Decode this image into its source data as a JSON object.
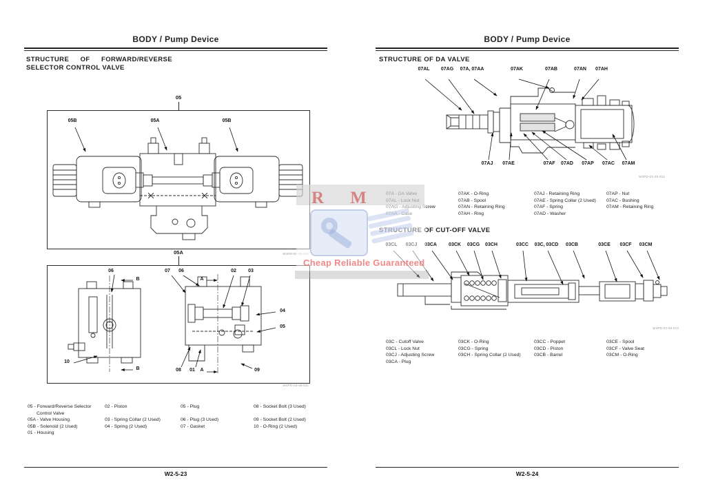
{
  "watermark": {
    "initials": "R M",
    "tagline": "Cheap Reliable Guaranteed"
  },
  "left_page": {
    "header": "BODY / Pump Device",
    "footer": "W2-5-23",
    "section_title": {
      "line1": "STRUCTURE OF FORWARD/REVERSE",
      "line2": "SELECTOR CONTROL VALVE"
    },
    "figure1": {
      "assembly_label": "05",
      "callouts": [
        "05B",
        "05A",
        "05B"
      ],
      "drawing_code": "W4PD-03-05-010"
    },
    "figure2": {
      "assembly_label": "05A",
      "drawing_code": "W4PD-03-05-011",
      "callouts": {
        "c06": "06",
        "c07": "07",
        "c06b": "06",
        "c02": "02",
        "c03": "03",
        "c04": "04",
        "c05": "05",
        "c10": "10",
        "c08": "08",
        "c01": "01",
        "c09": "09"
      },
      "section_letters": {
        "a": "A",
        "b": "B"
      }
    },
    "parts": {
      "col1": [
        "05 - Forward/Reverse Selector Control Valve",
        "05A - Valve Housing",
        "05B - Solenoid (2 Used)",
        "01 - Housing"
      ],
      "col2": [
        "02 - Piston",
        "03 - Spring Collar (2 Used)",
        "04 - Spring (2 Used)"
      ],
      "col3": [
        "05 - Plug",
        "06 - Plug (3 Used)",
        "07 - Gasket"
      ],
      "col4": [
        "08 - Socket Bolt (3 Used)",
        "09 - Socket Bolt (2 Used)",
        "10 - O-Ring (2 Used)"
      ]
    }
  },
  "right_page": {
    "header": "BODY / Pump Device",
    "footer": "W2-5-24",
    "da_valve": {
      "section_title": "STRUCTURE OF DA VALVE",
      "drawing_code": "W4PD-03-05-012",
      "top_labels": [
        "07AL",
        "07AG",
        "07A, 07AA",
        "07AK",
        "07AB",
        "07AN",
        "07AH"
      ],
      "bottom_labels": [
        "07AJ",
        "07AE",
        "07AF",
        "07AD",
        "07AP",
        "07AC",
        "07AM"
      ],
      "parts": {
        "col1": [
          "07A - DA Valve",
          "07AL - Lock Nut",
          "07AG - Adjusting Screw",
          "07AA - Case"
        ],
        "col2": [
          "07AK - O-Ring",
          "07AB - Spool",
          "07AN - Retaining Ring",
          "07AH - Ring"
        ],
        "col3": [
          "07AJ - Retaining Ring",
          "07AE - Spring Collar (2 Used)",
          "07AF - Spring",
          "07AD - Washer"
        ],
        "col4": [
          "07AP - Nut",
          "07AC - Bushing",
          "07AM - Retaining Ring"
        ]
      }
    },
    "cutoff_valve": {
      "section_title": "STRUCTURE OF CUT-OFF VALVE",
      "drawing_code": "W4PD-03-05-013",
      "labels": [
        "03CL",
        "03CJ",
        "03CA",
        "03CK",
        "03CG",
        "03CH",
        "03CC",
        "03C, 03CD",
        "03CB",
        "03CE",
        "03CF",
        "03CM"
      ],
      "parts": {
        "col1": [
          "03C - Cutoff Valve",
          "03CL - Lock Nut",
          "03CJ - Adjusting Screw",
          "03CA - Plug"
        ],
        "col2": [
          "03CK - O-Ring",
          "03CG - Spring",
          "03CH - Spring Collar (2 Used)"
        ],
        "col3": [
          "03CC - Poppet",
          "03CD - Piston",
          "03CB - Barrel"
        ],
        "col4": [
          "03CE - Spool",
          "03CF - Valve Seat",
          "03CM - O-Ring"
        ]
      }
    }
  }
}
